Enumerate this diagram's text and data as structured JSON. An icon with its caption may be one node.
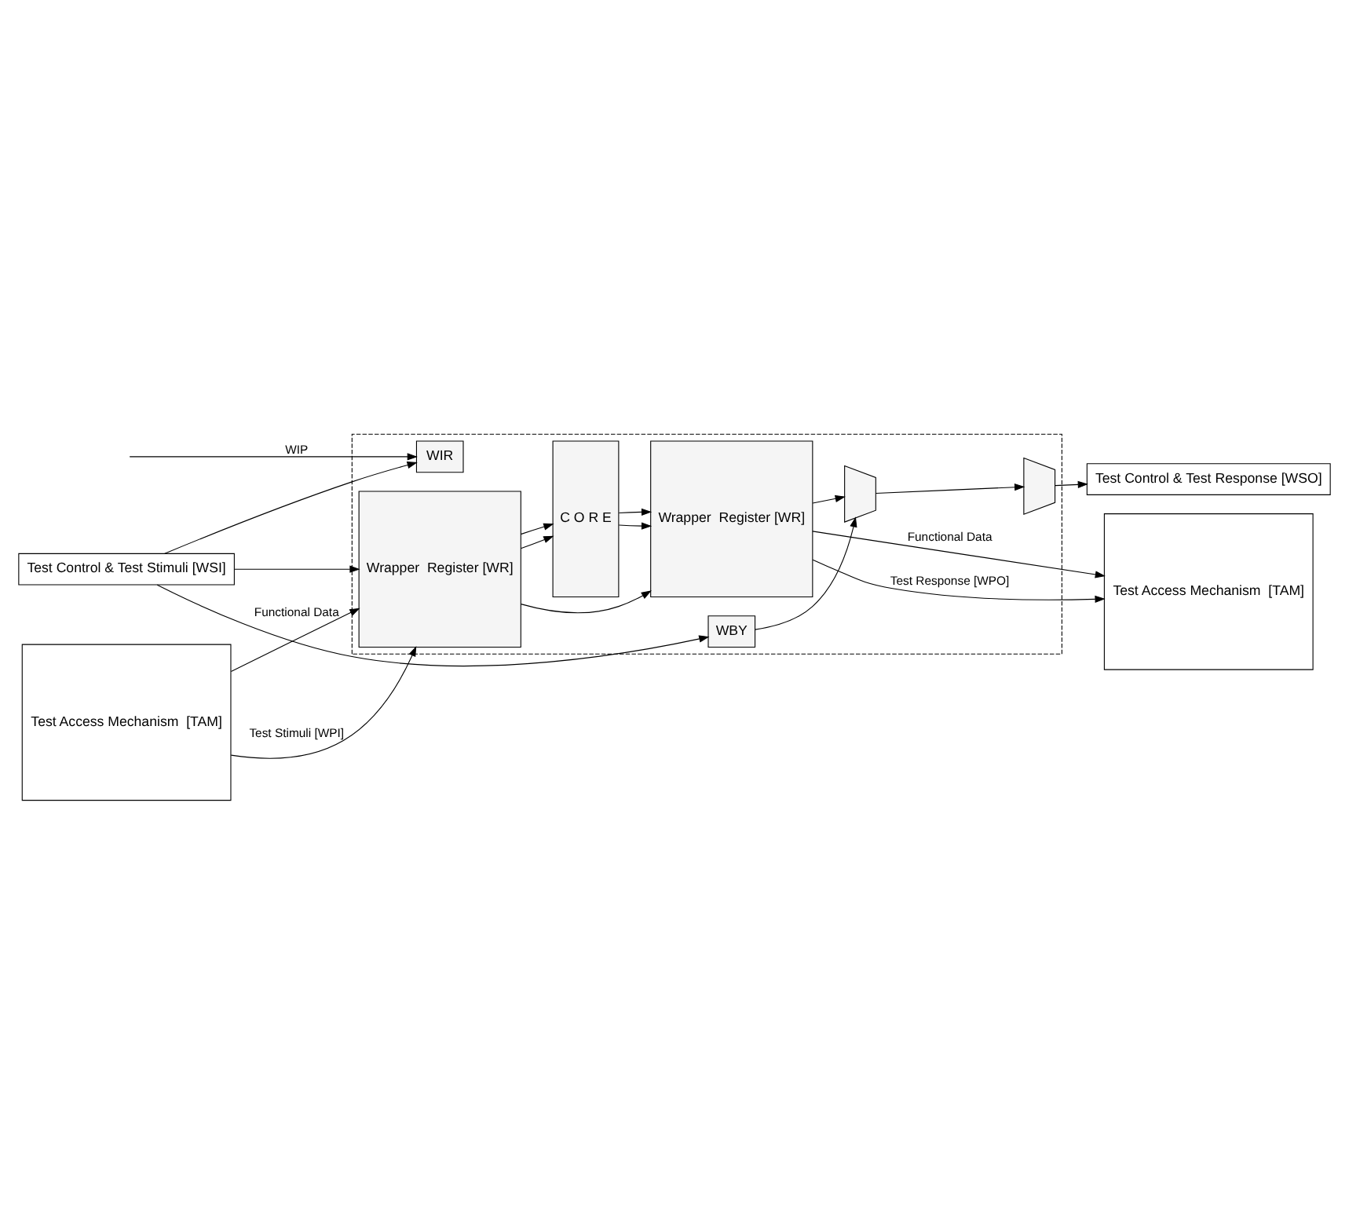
{
  "diagram": {
    "nodes": [
      {
        "text": [
          "Test Access Mechanism  [TAM]"
        ]
      },
      {
        "text": [],
        "shape": "box"
      },
      {
        "text": [
          "Wrapper  Register [WR]"
        ],
        "in": 1
      },
      {
        "text": [
          "C O R E"
        ],
        "in": 1
      },
      {
        "text": [
          "Wrapper  Register [WR]"
        ],
        "in": 1
      },
      {
        "text": [
          "Test Access Mechanism  [TAM]"
        ]
      },
      {
        "text": [
          "Test Control & Test Stimuli [WSI]"
        ]
      },
      {
        "text": [
          "WBY"
        ],
        "in": 1
      },
      {
        "text": [
          "WIR"
        ],
        "in": 1
      },
      {
        "text": [],
        "shape": "trapezoid",
        "in": 1
      },
      {
        "text": [],
        "shape": "trapezoid",
        "in": 1
      },
      {
        "text": [
          "Test Control & Test Response [WSO]"
        ]
      }
    ],
    "edges": [
      {
        "from": 0,
        "to": 2,
        "arrow": "to",
        "label": "Test Stimuli [WPI]"
      },
      {
        "from": 0,
        "to": 2,
        "arrow": "to",
        "label": "Functional Data"
      },
      {
        "from": 2,
        "to": 3,
        "arrow": "to"
      },
      {
        "from": 2,
        "to": 3,
        "arrow": "to"
      },
      {
        "from": 3,
        "to": 4,
        "arrow": "to"
      },
      {
        "from": 3,
        "to": 4,
        "arrow": "to"
      },
      {
        "from": 2,
        "to": 4,
        "arrow": "to"
      },
      {
        "from": 4,
        "to": 5,
        "arrow": "to",
        "label": "Test Response [WPO]"
      },
      {
        "from": 4,
        "to": 5,
        "arrow": "to",
        "label": "Functional Data"
      },
      {
        "from": 6,
        "to": 2,
        "arrow": "to"
      },
      {
        "from": 6,
        "to": 7,
        "arrow": "to"
      },
      {
        "from": 6,
        "to": 8,
        "arrow": "to"
      },
      {
        "from": 7,
        "to": 9,
        "arrow": "to"
      },
      {
        "from": 4,
        "to": 9,
        "arrow": "to"
      },
      {
        "from": 9,
        "to": 10,
        "arrow": "to"
      },
      {
        "from": 10,
        "to": 11,
        "arrow": "to"
      },
      {
        "from": null,
        "to": 8,
        "arrow": "to",
        "label": "WIP"
      }
    ]
  }
}
